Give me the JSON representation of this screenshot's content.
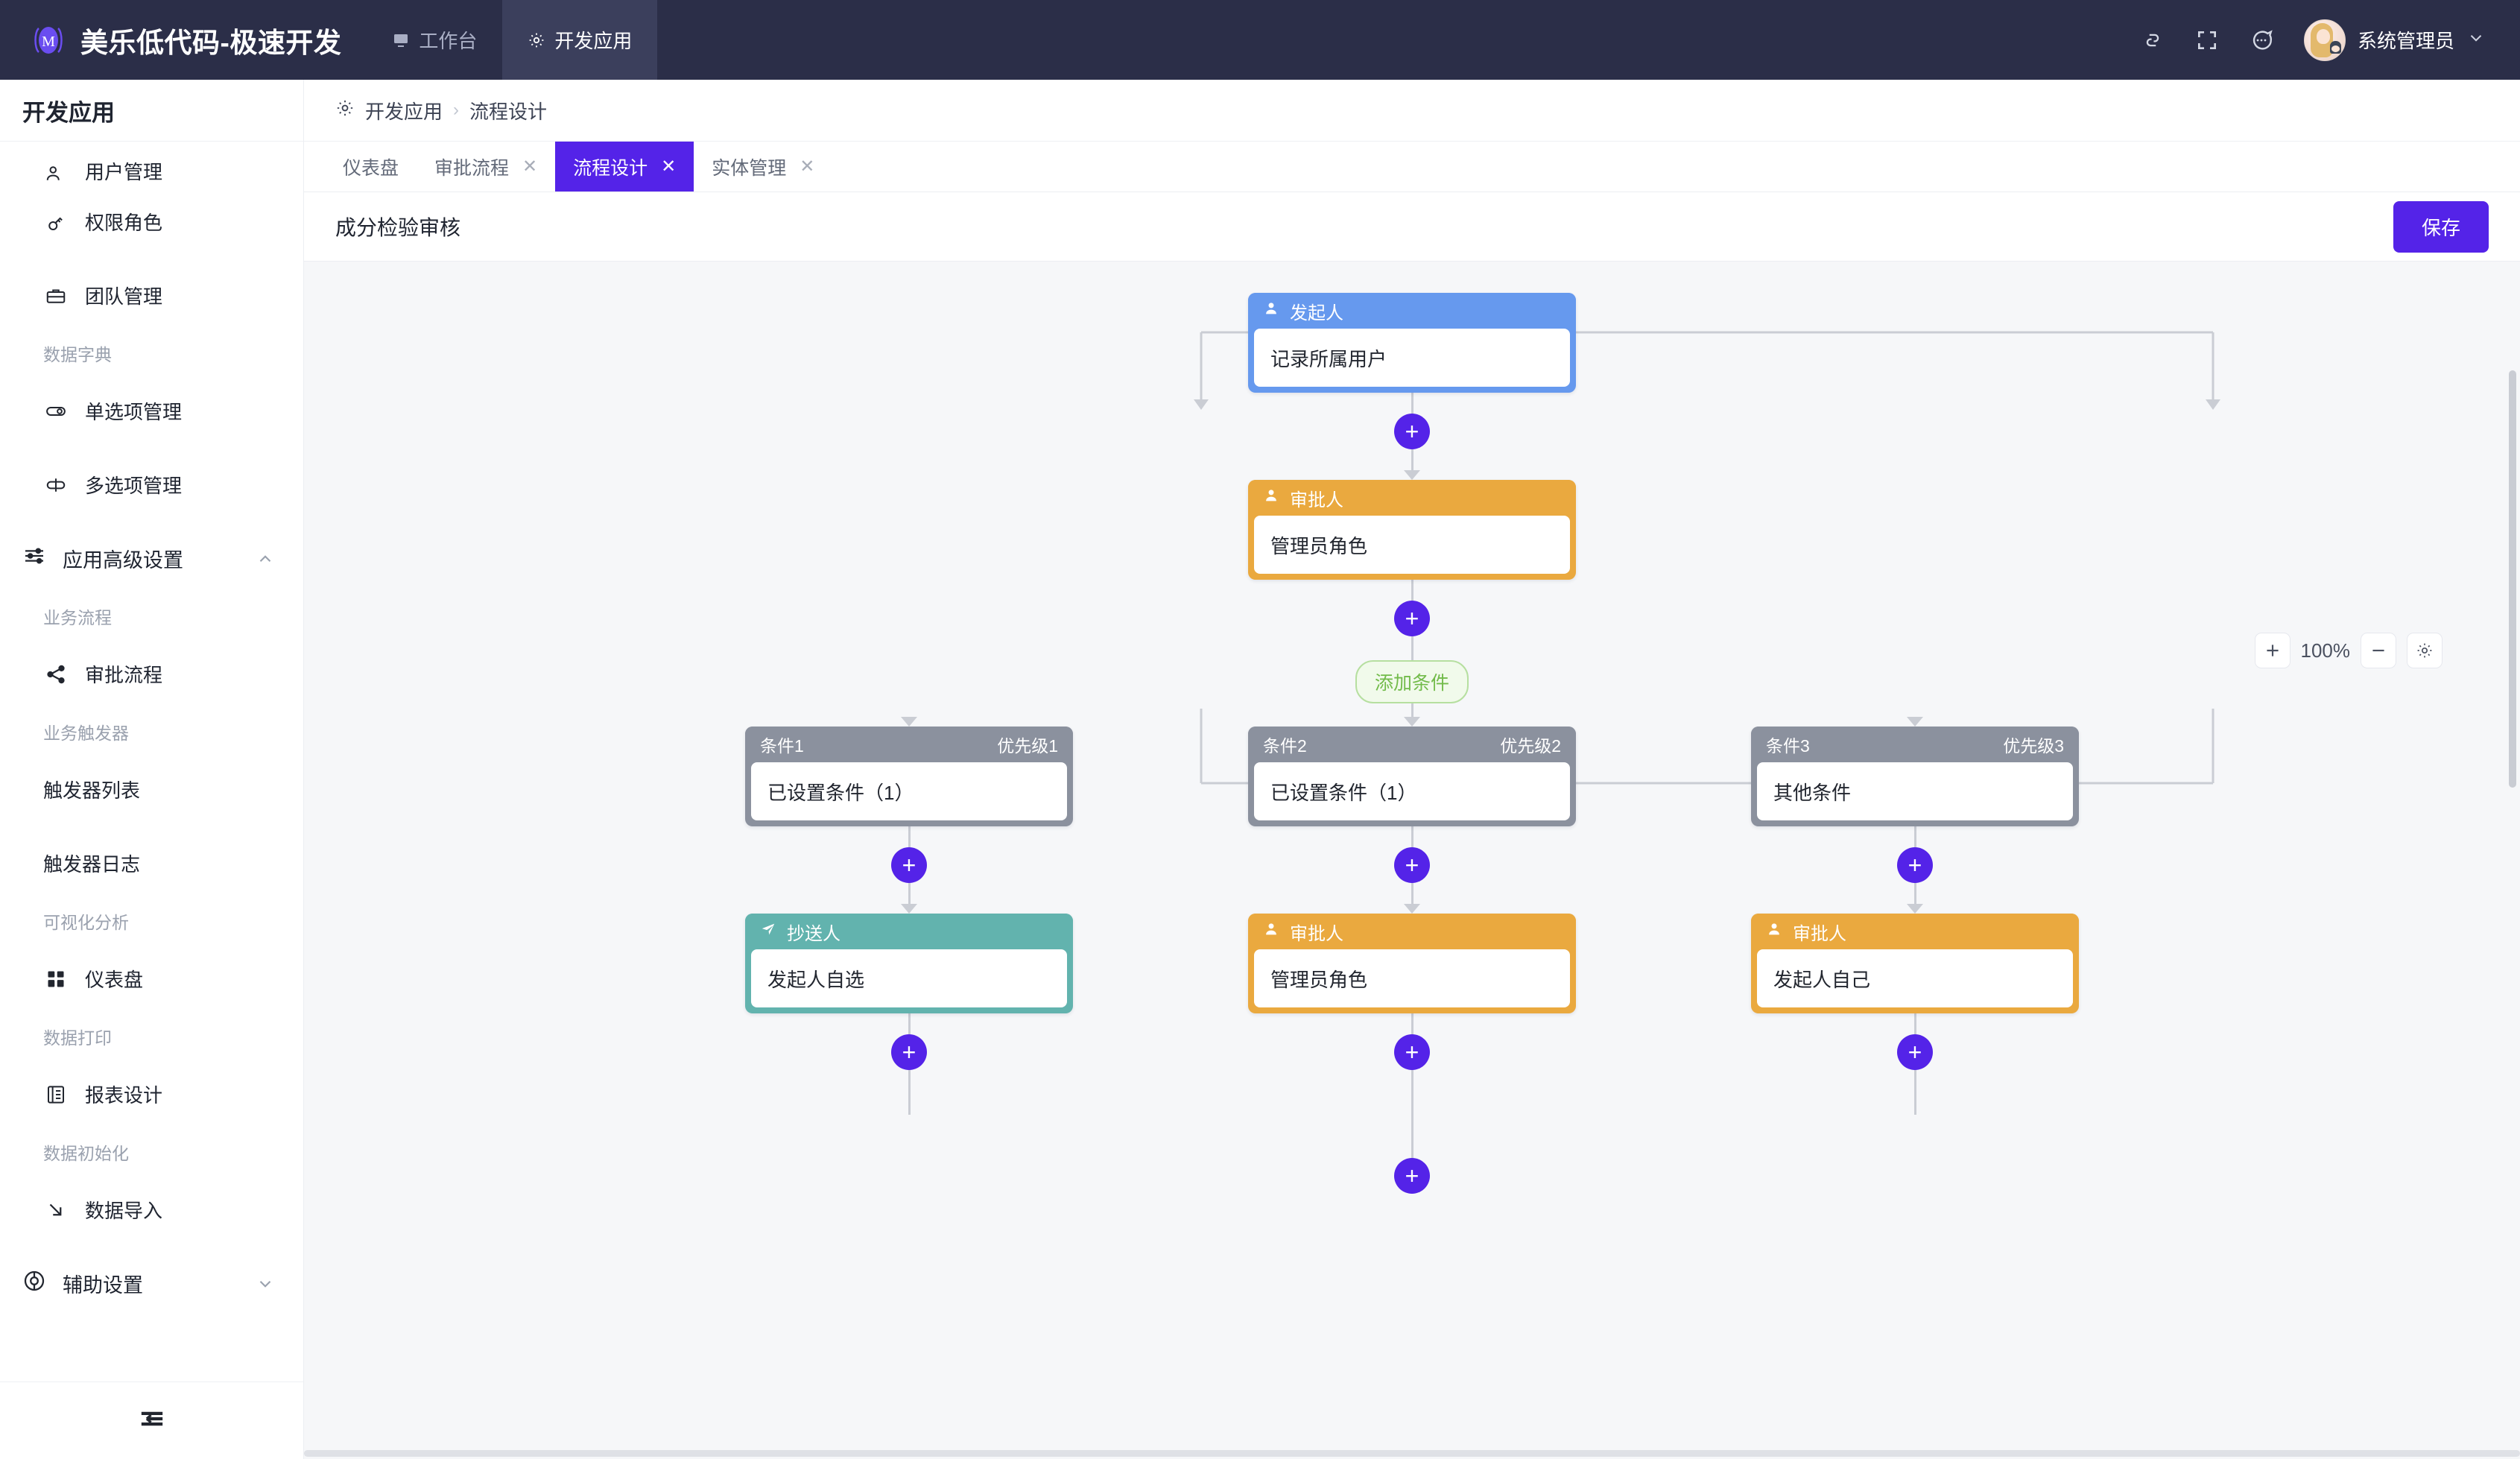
{
  "topbar": {
    "brand_title": "美乐低代码-极速开发",
    "nav": [
      {
        "label": "工作台",
        "icon": "monitor-icon",
        "active": false
      },
      {
        "label": "开发应用",
        "icon": "gear-icon",
        "active": true
      }
    ],
    "icons": [
      "link-icon",
      "fullscreen-icon",
      "chat-icon"
    ],
    "user_name": "系统管理员"
  },
  "sidebar": {
    "header": "开发应用",
    "items": [
      {
        "type": "item",
        "label": "用户管理",
        "icon": "users-icon",
        "partial": true
      },
      {
        "type": "item",
        "label": "权限角色",
        "icon": "key-icon"
      },
      {
        "type": "item",
        "label": "团队管理",
        "icon": "briefcase-icon"
      },
      {
        "type": "group",
        "label": "数据字典"
      },
      {
        "type": "item",
        "label": "单选项管理",
        "icon": "toggle-icon"
      },
      {
        "type": "item",
        "label": "多选项管理",
        "icon": "multi-select-icon"
      },
      {
        "type": "section",
        "label": "应用高级设置",
        "icon": "sliders-icon",
        "chevron": "chevron-up-icon"
      },
      {
        "type": "group",
        "label": "业务流程"
      },
      {
        "type": "item",
        "label": "审批流程",
        "icon": "share-icon"
      },
      {
        "type": "group",
        "label": "业务触发器"
      },
      {
        "type": "item",
        "label": "触发器列表",
        "icon": ""
      },
      {
        "type": "item",
        "label": "触发器日志",
        "icon": ""
      },
      {
        "type": "group",
        "label": "可视化分析"
      },
      {
        "type": "item",
        "label": "仪表盘",
        "icon": "grid-icon"
      },
      {
        "type": "group",
        "label": "数据打印"
      },
      {
        "type": "item",
        "label": "报表设计",
        "icon": "report-icon"
      },
      {
        "type": "group",
        "label": "数据初始化"
      },
      {
        "type": "item",
        "label": "数据导入",
        "icon": "import-arrow-icon"
      },
      {
        "type": "section",
        "label": "辅助设置",
        "icon": "lifebuoy-icon",
        "chevron": "chevron-down-icon"
      }
    ],
    "collapse_icon": "collapse-menu-icon"
  },
  "breadcrumb": {
    "icon": "gear-icon",
    "root": "开发应用",
    "separator": "›",
    "current": "流程设计"
  },
  "page_tabs": [
    {
      "label": "仪表盘",
      "closable": false,
      "active": false
    },
    {
      "label": "审批流程",
      "closable": true,
      "active": false
    },
    {
      "label": "流程设计",
      "closable": true,
      "active": true
    },
    {
      "label": "实体管理",
      "closable": true,
      "active": false
    }
  ],
  "titlebar": {
    "flow_title": "成分检验审核",
    "save_label": "保存"
  },
  "zoom_control": {
    "plus": "+",
    "value": "100%",
    "minus": "—",
    "settings_icon": "gear-icon"
  },
  "flow": {
    "add_condition_label": "添加条件",
    "plus_label": "+",
    "starter": {
      "role": "发起人",
      "icon": "person-icon",
      "value": "记录所属用户",
      "color": "#6699ee"
    },
    "approver_main": {
      "role": "审批人",
      "icon": "person-icon",
      "value": "管理员角色",
      "color": "#eaa93f"
    },
    "branches": [
      {
        "condition": {
          "name": "条件1",
          "priority": "优先级1",
          "value": "已设置条件（1）",
          "color": "#8b919e"
        },
        "node": {
          "role": "抄送人",
          "icon": "send-icon",
          "value": "发起人自选",
          "color": "#62b3ae"
        }
      },
      {
        "condition": {
          "name": "条件2",
          "priority": "优先级2",
          "value": "已设置条件（1）",
          "color": "#8b919e"
        },
        "node": {
          "role": "审批人",
          "icon": "person-icon",
          "value": "管理员角色",
          "color": "#eaa93f"
        }
      },
      {
        "condition": {
          "name": "条件3",
          "priority": "优先级3",
          "value": "其他条件",
          "color": "#8b919e"
        },
        "node": {
          "role": "审批人",
          "icon": "person-icon",
          "value": "发起人自己",
          "color": "#eaa93f"
        }
      }
    ]
  },
  "colors": {
    "accent": "#5423e8",
    "topbar_bg": "#2b2e48",
    "canvas_bg": "#f6f7f9",
    "line": "#cacdd4"
  }
}
